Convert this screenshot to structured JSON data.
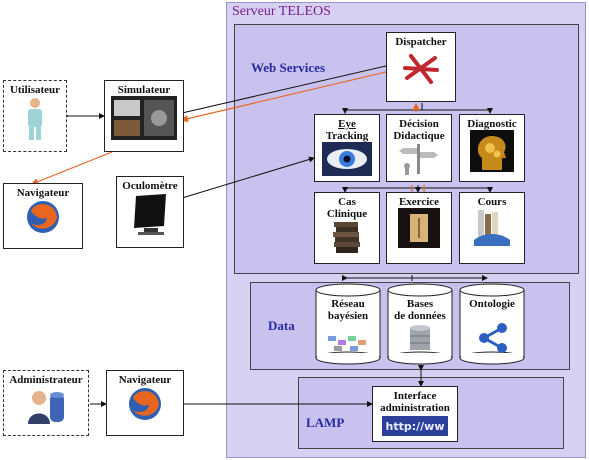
{
  "server": {
    "title": "Serveur TELEOS"
  },
  "sections": {
    "web_services": "Web Services",
    "data": "Data",
    "lamp": "LAMP"
  },
  "left": {
    "utilisateur": "Utilisateur",
    "simulateur": "Simulateur",
    "navigateur_top": "Navigateur",
    "oculometre": "Oculomètre",
    "administrateur": "Administrateur",
    "navigateur_bottom": "Navigateur"
  },
  "services": {
    "dispatcher": "Dispatcher",
    "eye_tracking_1": "Eye",
    "eye_tracking_2": "Tracking",
    "decision_1": "Décision",
    "decision_2": "Didactique",
    "diagnostic": "Diagnostic",
    "cas_1": "Cas",
    "cas_2": "Clinique",
    "exercice": "Exercice",
    "cours": "Cours"
  },
  "data_stores": {
    "reseau_1": "Réseau",
    "reseau_2": "bayésien",
    "bases_1": "Bases",
    "bases_2": "de données",
    "ontologie": "Ontologie"
  },
  "lamp": {
    "interface_1": "Interface",
    "interface_2": "administration",
    "http_text": "http://ww"
  },
  "colors": {
    "orange_link": "#e8661f",
    "black_link": "#111111",
    "title": "#7a1e8e",
    "section": "#2a2aa0"
  }
}
